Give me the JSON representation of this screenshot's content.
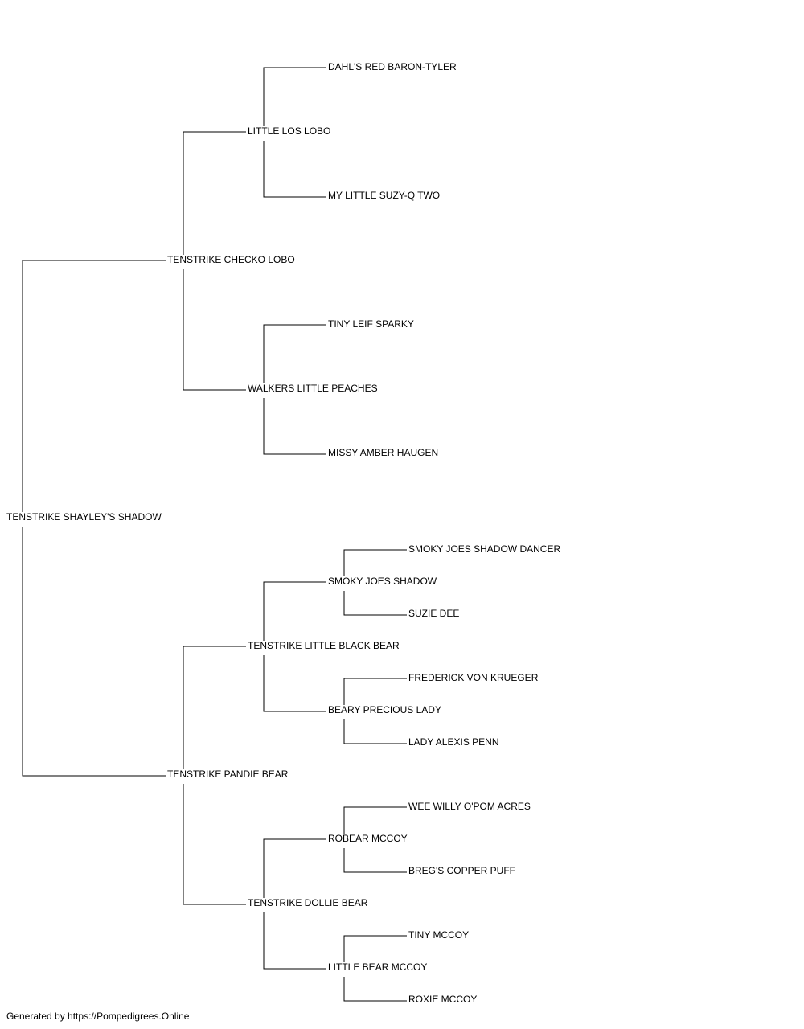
{
  "pedigree": {
    "name": "TENSTRIKE SHAYLEY'S SHADOW",
    "sire": {
      "name": "TENSTRIKE CHECKO LOBO",
      "sire": {
        "name": "LITTLE LOS LOBO",
        "sire": {
          "name": "DAHL'S RED BARON-TYLER"
        },
        "dam": {
          "name": "MY LITTLE SUZY-Q TWO"
        }
      },
      "dam": {
        "name": "WALKERS LITTLE PEACHES",
        "sire": {
          "name": "TINY LEIF SPARKY"
        },
        "dam": {
          "name": "MISSY AMBER HAUGEN"
        }
      }
    },
    "dam": {
      "name": "TENSTRIKE PANDIE BEAR",
      "sire": {
        "name": "TENSTRIKE LITTLE BLACK BEAR",
        "sire": {
          "name": "SMOKY JOES SHADOW",
          "sire": {
            "name": "SMOKY JOES SHADOW DANCER"
          },
          "dam": {
            "name": "SUZIE DEE"
          }
        },
        "dam": {
          "name": "BEARY PRECIOUS LADY",
          "sire": {
            "name": "FREDERICK VON KRUEGER"
          },
          "dam": {
            "name": "LADY ALEXIS PENN"
          }
        }
      },
      "dam": {
        "name": "TENSTRIKE DOLLIE BEAR",
        "sire": {
          "name": "ROBEAR MCCOY",
          "sire": {
            "name": "WEE WILLY O'POM ACRES"
          },
          "dam": {
            "name": "BREG'S COPPER PUFF"
          }
        },
        "dam": {
          "name": "LITTLE BEAR MCCOY",
          "sire": {
            "name": "TINY MCCOY"
          },
          "dam": {
            "name": "ROXIE MCCOY"
          }
        }
      }
    }
  },
  "footer": "Generated by https://Pompedigrees.Online"
}
